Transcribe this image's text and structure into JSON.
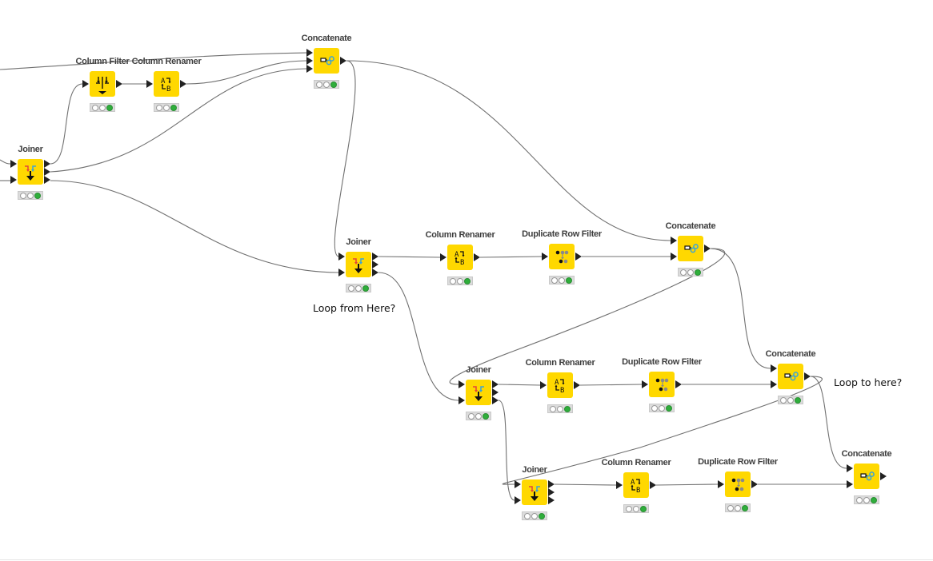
{
  "workflow": {
    "nodes": [
      {
        "id": "column-filter-1",
        "type": "column-filter",
        "label": "Column Filter",
        "status": "executed"
      },
      {
        "id": "column-renamer-1",
        "type": "column-renamer",
        "label": "Column Renamer",
        "status": "executed"
      },
      {
        "id": "concatenate-1",
        "type": "concatenate",
        "label": "Concatenate",
        "status": "executed"
      },
      {
        "id": "joiner-1",
        "type": "joiner",
        "label": "Joiner",
        "status": "executed"
      },
      {
        "id": "joiner-2",
        "type": "joiner",
        "label": "Joiner",
        "status": "executed"
      },
      {
        "id": "column-renamer-2",
        "type": "column-renamer",
        "label": "Column Renamer",
        "status": "executed"
      },
      {
        "id": "duplicate-row-filter-2",
        "type": "duplicate-row-filter",
        "label": "Duplicate Row Filter",
        "status": "executed"
      },
      {
        "id": "concatenate-2",
        "type": "concatenate",
        "label": "Concatenate",
        "status": "executed"
      },
      {
        "id": "joiner-3",
        "type": "joiner",
        "label": "Joiner",
        "status": "executed"
      },
      {
        "id": "column-renamer-3",
        "type": "column-renamer",
        "label": "Column Renamer",
        "status": "executed"
      },
      {
        "id": "duplicate-row-filter-3",
        "type": "duplicate-row-filter",
        "label": "Duplicate Row Filter",
        "status": "executed"
      },
      {
        "id": "concatenate-3",
        "type": "concatenate",
        "label": "Concatenate",
        "status": "executed"
      },
      {
        "id": "joiner-4",
        "type": "joiner",
        "label": "Joiner",
        "status": "executed"
      },
      {
        "id": "column-renamer-4",
        "type": "column-renamer",
        "label": "Column Renamer",
        "status": "executed"
      },
      {
        "id": "duplicate-row-filter-4",
        "type": "duplicate-row-filter",
        "label": "Duplicate Row Filter",
        "status": "executed"
      },
      {
        "id": "concatenate-4",
        "type": "concatenate",
        "label": "Concatenate",
        "status": "executed"
      }
    ],
    "annotations": [
      {
        "id": "note-loop-from",
        "text": "Loop from Here?"
      },
      {
        "id": "note-loop-to",
        "text": "Loop to here?"
      }
    ],
    "colors": {
      "node_fill": "#ffd800",
      "edge": "#6e6e6e",
      "status_green": "#2fae3b",
      "label_text": "#3d3d3d"
    }
  }
}
